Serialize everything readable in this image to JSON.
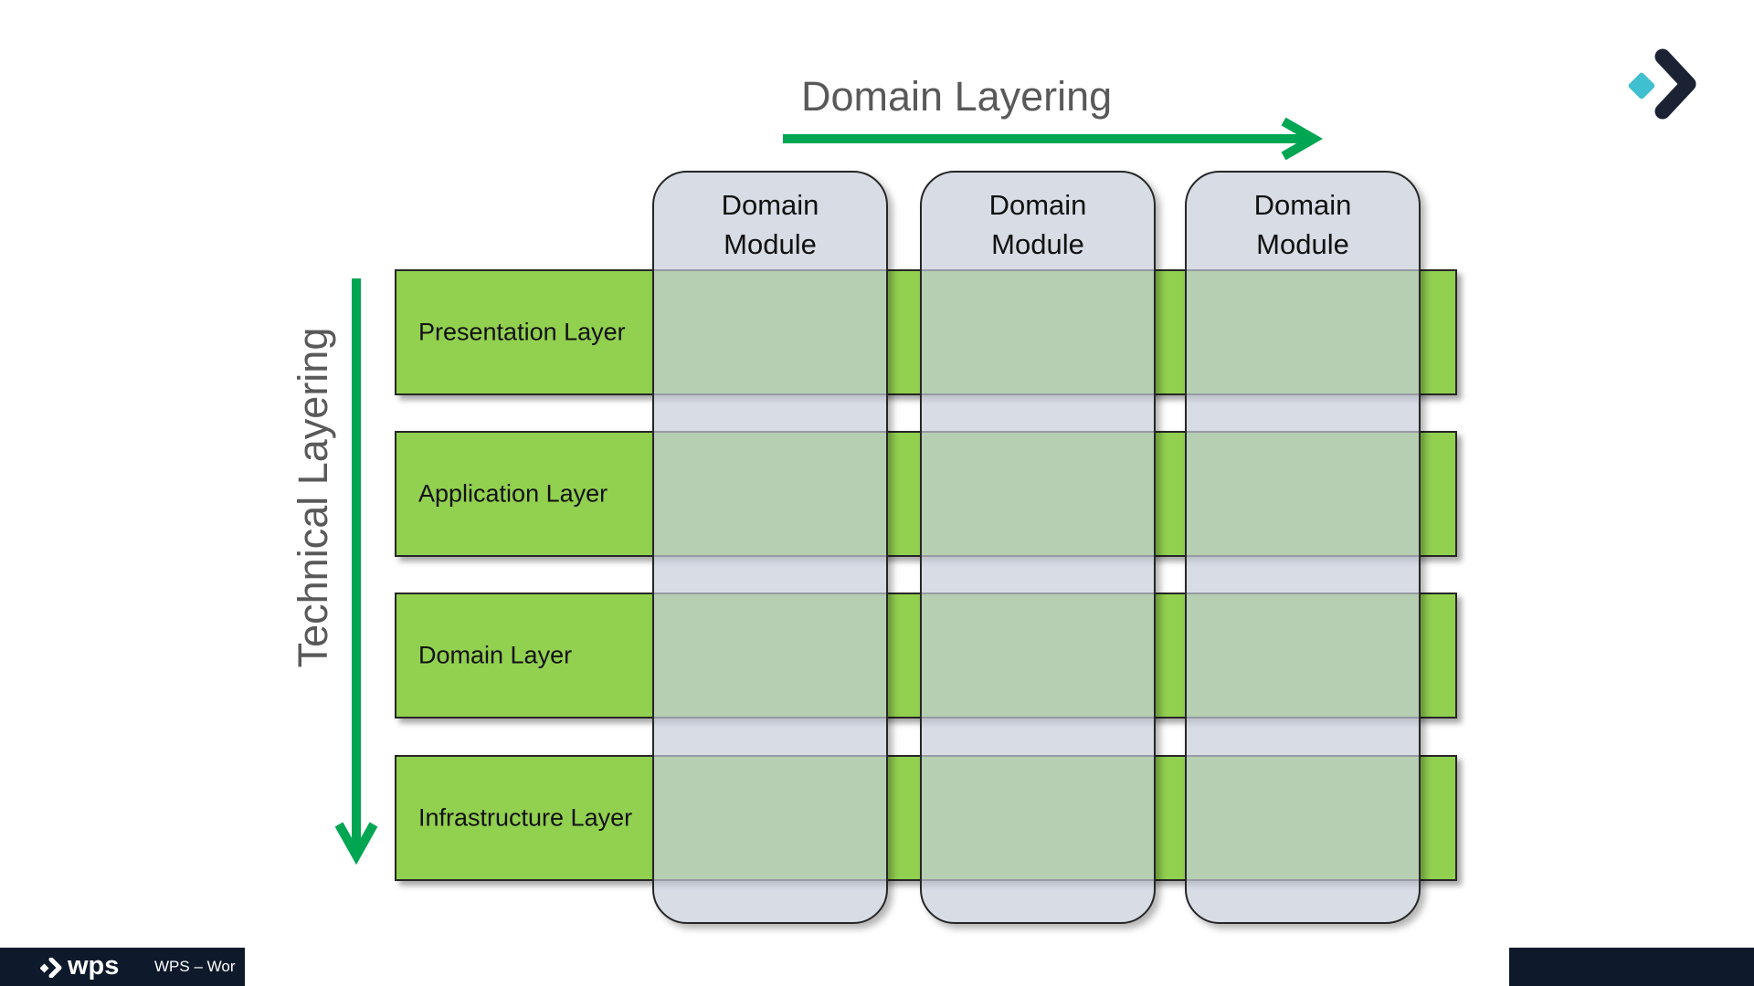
{
  "diagram": {
    "horizontal_title": "Domain Layering",
    "vertical_title": "Technical Layering",
    "modules": [
      {
        "line1": "Domain",
        "line2": "Module"
      },
      {
        "line1": "Domain",
        "line2": "Module"
      },
      {
        "line1": "Domain",
        "line2": "Module"
      }
    ],
    "layers": [
      {
        "label": "Presentation  Layer"
      },
      {
        "label": "Application Layer"
      },
      {
        "label": "Domain Layer"
      },
      {
        "label": "Infrastructure  Layer"
      }
    ],
    "colors": {
      "layer_fill": "#92d050",
      "module_fill": "#c6cdda",
      "arrow": "#00a651",
      "title_text": "#595959"
    }
  },
  "footer": {
    "brand": "wps",
    "caption": "WPS – Wor"
  },
  "icons": {
    "corner_logo": "chevron-logo-icon",
    "footer_logo": "wps-chevron-icon"
  }
}
